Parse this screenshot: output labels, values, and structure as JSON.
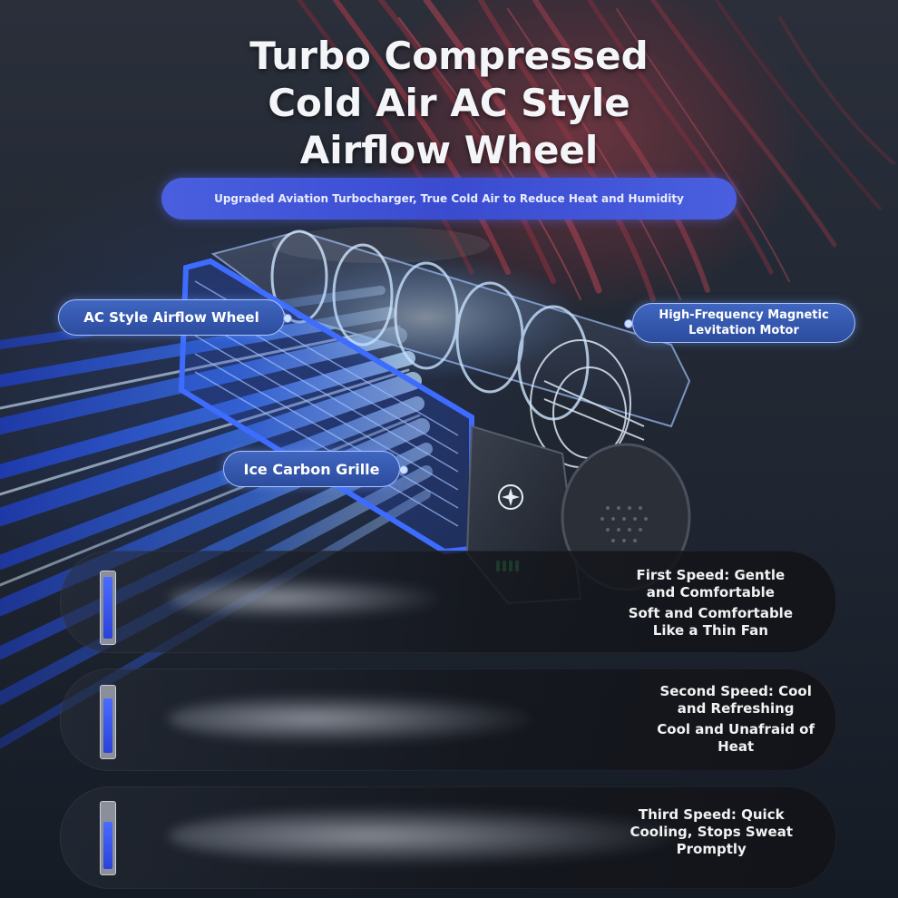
{
  "title": {
    "line1": "Turbo Compressed",
    "line2": "Cold Air AC Style",
    "line3": "Airflow Wheel"
  },
  "subtitle": "Upgraded Aviation Turbocharger, True Cold Air to Reduce Heat and Humidity",
  "callouts": {
    "airflow_wheel": "AC Style Airflow Wheel",
    "motor_line1": "High-Frequency Magnetic",
    "motor_line2": "Levitation Motor",
    "grille": "Ice Carbon Grille"
  },
  "speeds": [
    {
      "line1": "First Speed: Gentle",
      "line2": "and Comfortable",
      "line3": "Soft and Comfortable",
      "line4": "Like a Thin Fan"
    },
    {
      "line1": "Second Speed: Cool",
      "line2": "and Refreshing",
      "line3": "Cool and Unafraid of",
      "line4": "Heat"
    },
    {
      "line1": "Third Speed: Quick",
      "line2": "Cooling, Stops Sweat",
      "line3": "Promptly"
    }
  ],
  "colors": {
    "accent_blue": "#3a4bd0",
    "airflow_blue": "#2f6bff",
    "hair_red": "#a33a46",
    "indicator_green": "#44e06a"
  }
}
